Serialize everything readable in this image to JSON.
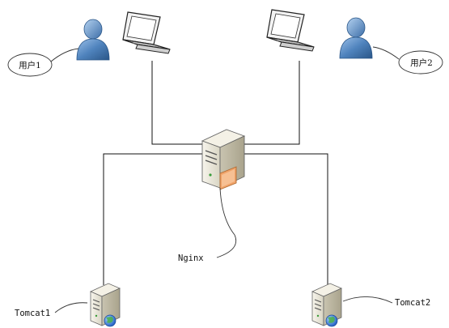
{
  "users": [
    {
      "label": "用户1"
    },
    {
      "label": "用户2"
    }
  ],
  "proxy": {
    "label": "Nginx"
  },
  "backends": [
    {
      "label": "Tomcat1"
    },
    {
      "label": "Tomcat2"
    }
  ],
  "colors": {
    "line": "#111111",
    "person_body": "#3f73a8",
    "server_body": "#ebe8dc",
    "server_door": "#f0a36a",
    "globe": "#2f6fd0"
  }
}
